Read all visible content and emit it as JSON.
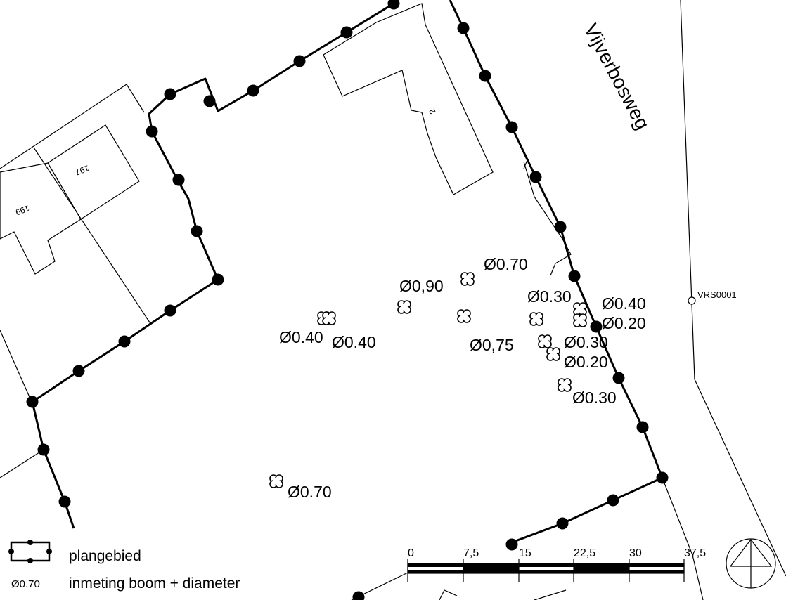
{
  "street_name": "Vijverbosweg",
  "reference_point": "VRS0001",
  "house_numbers": [
    {
      "id": "h2",
      "label": "2"
    },
    {
      "id": "h197",
      "label": "197"
    },
    {
      "id": "h199",
      "label": "199"
    }
  ],
  "trees": [
    {
      "id": "t1",
      "label": "Ø0.70"
    },
    {
      "id": "t2",
      "label": "Ø0,90"
    },
    {
      "id": "t3",
      "label": "Ø0.30"
    },
    {
      "id": "t4",
      "label": "Ø0.40"
    },
    {
      "id": "t5",
      "label": "Ø0.20"
    },
    {
      "id": "t6",
      "label": "Ø0.40"
    },
    {
      "id": "t7",
      "label": "Ø0.40"
    },
    {
      "id": "t8",
      "label": "Ø0,75"
    },
    {
      "id": "t9",
      "label": "Ø0.30"
    },
    {
      "id": "t10",
      "label": "Ø0.20"
    },
    {
      "id": "t11",
      "label": "Ø0.30"
    },
    {
      "id": "t12",
      "label": "Ø0.70"
    }
  ],
  "scale_bar": {
    "ticks": [
      "0",
      "7,5",
      "15",
      "22,5",
      "30",
      "37,5"
    ]
  },
  "legend": {
    "plan_area_label": "plangebied",
    "tree_sample": "Ø0.70",
    "tree_label": "inmeting boom + diameter"
  },
  "colors": {
    "ink": "#000000",
    "background": "#ffffff"
  }
}
